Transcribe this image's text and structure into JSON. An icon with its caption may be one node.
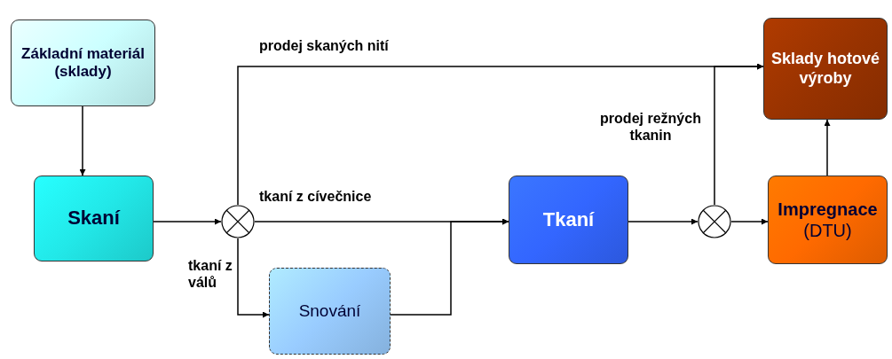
{
  "diagram": {
    "nodes": [
      {
        "text": [
          "Základní materiál (sklady)"
        ]
      },
      {
        "text": [
          "Skaní"
        ]
      },
      {
        "text": [],
        "shape": "circle"
      },
      {
        "text": [
          "Snování"
        ]
      },
      {
        "text": [
          "Tkaní"
        ]
      },
      {
        "text": [],
        "shape": "circle"
      },
      {
        "text": [
          "Impregnace",
          "(DTU)"
        ]
      },
      {
        "text": [
          "Sklady hotové výroby"
        ]
      }
    ],
    "edges": [
      {
        "from": 0,
        "to": 1,
        "arrow": "to"
      },
      {
        "from": 1,
        "to": 2,
        "arrow": "to"
      },
      {
        "from": 2,
        "to": 7,
        "arrow": "to",
        "label": "prodej skaných nití"
      },
      {
        "from": 2,
        "to": 4,
        "arrow": "to",
        "label": "tkaní z cívečnice"
      },
      {
        "from": 2,
        "to": 3,
        "arrow": "to",
        "label": "tkaní z válů"
      },
      {
        "from": 3,
        "to": 4,
        "arrow": "to"
      },
      {
        "from": 4,
        "to": 5,
        "arrow": "to"
      },
      {
        "from": 5,
        "to": 7,
        "arrow": "to",
        "label": "prodej režných tkanin"
      },
      {
        "from": 5,
        "to": 6,
        "arrow": "to"
      },
      {
        "from": 6,
        "to": 7,
        "arrow": "to"
      }
    ]
  }
}
